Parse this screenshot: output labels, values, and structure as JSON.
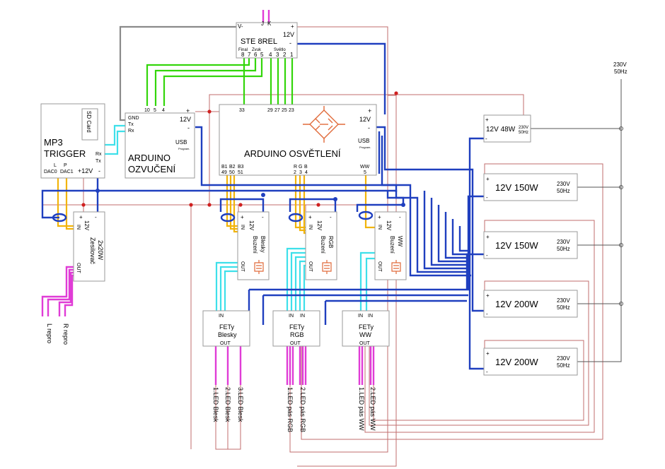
{
  "mains": {
    "voltage": "230V",
    "freq": "50Hz"
  },
  "rele": {
    "name": "STE 8REL",
    "vminus": "V-",
    "j": "J",
    "k": "K",
    "vplus": "+",
    "v12": "12V",
    "minus": "-",
    "ch_labels": [
      "Final",
      "Zvuk",
      "Světlo"
    ],
    "pins": [
      "8",
      "7",
      "6",
      "5",
      "4",
      "3",
      "2",
      "1"
    ]
  },
  "mp3": {
    "line1": "MP3",
    "line2": "TRIGGER",
    "sd": "SD Card",
    "rx": "Rx",
    "tx": "Tx",
    "l": "L",
    "p": "P",
    "dac0": "DAC0",
    "dac1": "DAC1",
    "plus12": "+12V",
    "minus": "-"
  },
  "ard_zvuk": {
    "line1": "ARDUINO",
    "line2": "OZVUČENÍ",
    "gnd": "GND",
    "tx": "Tx",
    "rx": "Rx",
    "p10": "10",
    "p5": "5",
    "p4": "4",
    "plus": "+",
    "v12": "12V",
    "minus": "-",
    "usb": "USB",
    "prog": "Program."
  },
  "ard_osv": {
    "name": "ARDUINO OSVĚTLENÍ",
    "p33": "33",
    "p29": "29",
    "p27": "27",
    "p25": "25",
    "p23": "23",
    "plus": "+",
    "v12": "12V",
    "minus": "-",
    "usb": "USB",
    "prog": "Program.",
    "b1": "B1",
    "b2": "B2",
    "b3": "B3",
    "p49": "49",
    "p50": "50",
    "p51": "51",
    "r": "R",
    "g": "G",
    "b": "B",
    "p2": "2",
    "p3": "3",
    "p4": "4",
    "ww": "WW",
    "p5": "5"
  },
  "amp": {
    "name": "Zesilovač",
    "power": "2x20W",
    "in": "IN",
    "out": "OUT",
    "plus": "+",
    "minus": "-",
    "v12": "12V"
  },
  "speakers": [
    "L repro",
    "R repro"
  ],
  "buzeni": [
    {
      "name": "Buzení",
      "sub": "Blesky",
      "in": "IN",
      "out": "OUT",
      "plus": "+",
      "minus": "-",
      "v12": "12V"
    },
    {
      "name": "Buzení",
      "sub": "RGB",
      "in": "IN",
      "out": "OUT",
      "plus": "+",
      "minus": "-",
      "v12": "12V"
    },
    {
      "name": "Buzení",
      "sub": "WW",
      "in": "IN",
      "out": "OUT",
      "plus": "+",
      "minus": "-",
      "v12": "12V"
    }
  ],
  "fety": [
    {
      "name": "FETy",
      "sub": "Blesky",
      "in": "IN",
      "out": "OUT"
    },
    {
      "name": "FETy",
      "sub": "RGB",
      "in1": "IN",
      "in2": "IN",
      "out": "OUT"
    },
    {
      "name": "FETy",
      "sub": "WW",
      "in1": "IN",
      "in2": "IN",
      "out": "OUT"
    }
  ],
  "leds": [
    "1.LED Blesk",
    "2.LED Blesk",
    "3.LED Blesk",
    "1.LED pás RGB",
    "2.LED pás RGB",
    "1.LED pás WW",
    "2.LED pás WW"
  ],
  "psu": [
    {
      "label": "12V 48W",
      "plus": "+",
      "minus": "-",
      "v": "230V",
      "hz": "50Hz"
    },
    {
      "label": "12V 150W",
      "plus": "+",
      "minus": "-",
      "v": "230V",
      "hz": "50Hz"
    },
    {
      "label": "12V 150W",
      "plus": "+",
      "minus": "-",
      "v": "230V",
      "hz": "50Hz"
    },
    {
      "label": "12V 200W",
      "plus": "+",
      "minus": "-",
      "v": "230V",
      "hz": "50Hz"
    },
    {
      "label": "12V 200W",
      "plus": "+",
      "minus": "-",
      "v": "230V",
      "hz": "50Hz"
    }
  ],
  "colors": {
    "ground": "#1f3fbf",
    "power": "#c26d6d",
    "signal": "#33d60a",
    "audio": "#f2b40a",
    "pwm": "#3ee0ea",
    "output": "#e03cd6"
  }
}
